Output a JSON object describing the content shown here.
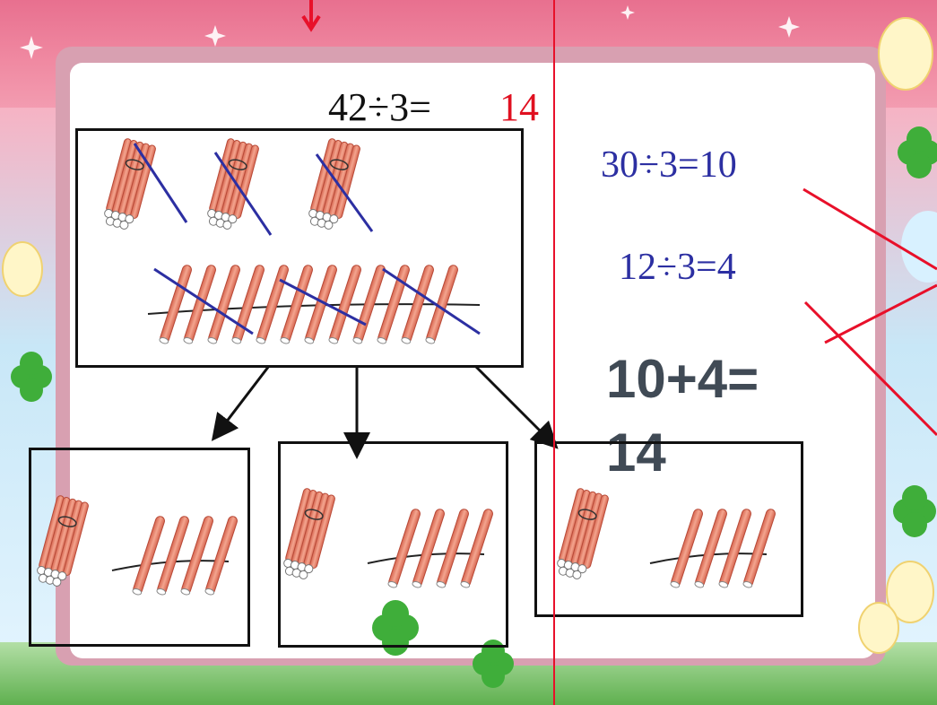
{
  "slide": {
    "problem": "42÷3=",
    "answer": "14",
    "step1": "30÷3=10",
    "step2": "12÷3=4",
    "step3": "10+4= 14"
  },
  "colors": {
    "answer": "#e01020",
    "steps": "#2c2fa2",
    "sum": "#404a55",
    "guide_line": "#e8102a"
  },
  "groups": {
    "total_bundles": 3,
    "total_single_sticks": 12,
    "per_group_bundles": 1,
    "per_group_sticks": 4,
    "group_count": 3
  }
}
